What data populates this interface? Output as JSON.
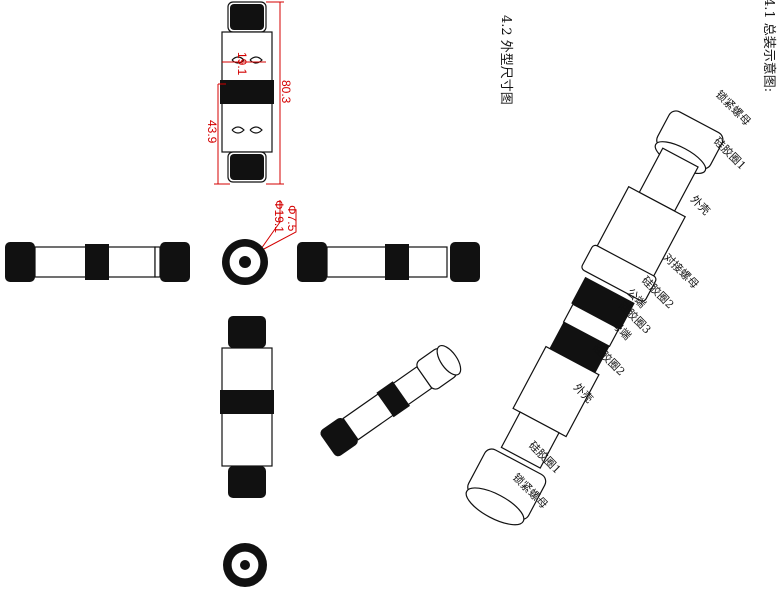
{
  "headings": {
    "assembly": "4.1 总装示意图:",
    "dimensions": "4.2 外型尺寸图"
  },
  "dimensions": {
    "width": "19.1",
    "length": "80.3",
    "half_length": "43.9",
    "cable_dia": "Φ7.5",
    "outer_dia": "Φ19.1"
  },
  "parts": [
    "锁紧螺母",
    "硅胶圈1",
    "外壳",
    "对接螺母",
    "硅胶圈2",
    "公端",
    "硅胶圈3",
    "母端",
    "硅胶圈2",
    "外壳",
    "硅胶圈1",
    "锁紧螺母"
  ],
  "colors": {
    "dimension": "#d40000",
    "line": "#111111"
  }
}
